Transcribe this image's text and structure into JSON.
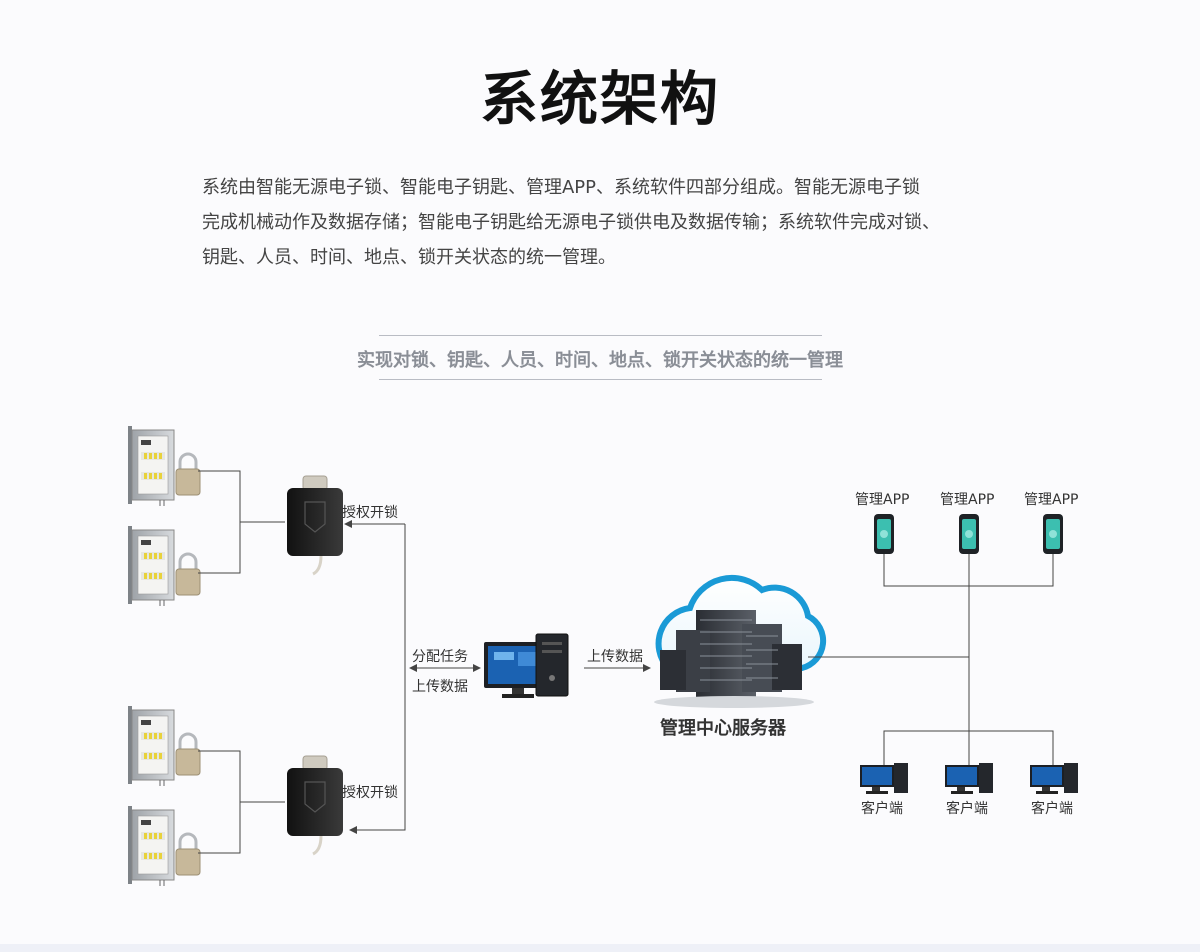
{
  "title": "系统架构",
  "intro": {
    "lines": [
      "系统由智能无源电子锁、智能电子钥匙、管理APP、系统软件四部分组成。智能无源电子锁",
      "完成机械动作及数据存储；智能电子钥匙给无源电子锁供电及数据传输；系统软件完成对锁、",
      "钥匙、人员、时间、地点、锁开关状态的统一管理。"
    ]
  },
  "subtitle": "实现对锁、钥匙、人员、时间、地点、锁开关状态的统一管理",
  "diagram": {
    "key_label_top": "授权开锁",
    "key_label_bottom": "授权开锁",
    "assign_task_label": "分配任务",
    "upload_data_left": "上传数据",
    "upload_data_right": "上传数据",
    "server_label": "管理中心服务器",
    "apps": [
      "管理APP",
      "管理APP",
      "管理APP"
    ],
    "clients": [
      "客户端",
      "客户端",
      "客户端"
    ]
  },
  "colors": {
    "accent_cloud": "#1a9ad6",
    "line": "#444444",
    "phone_screen": "#3cbfb0"
  }
}
